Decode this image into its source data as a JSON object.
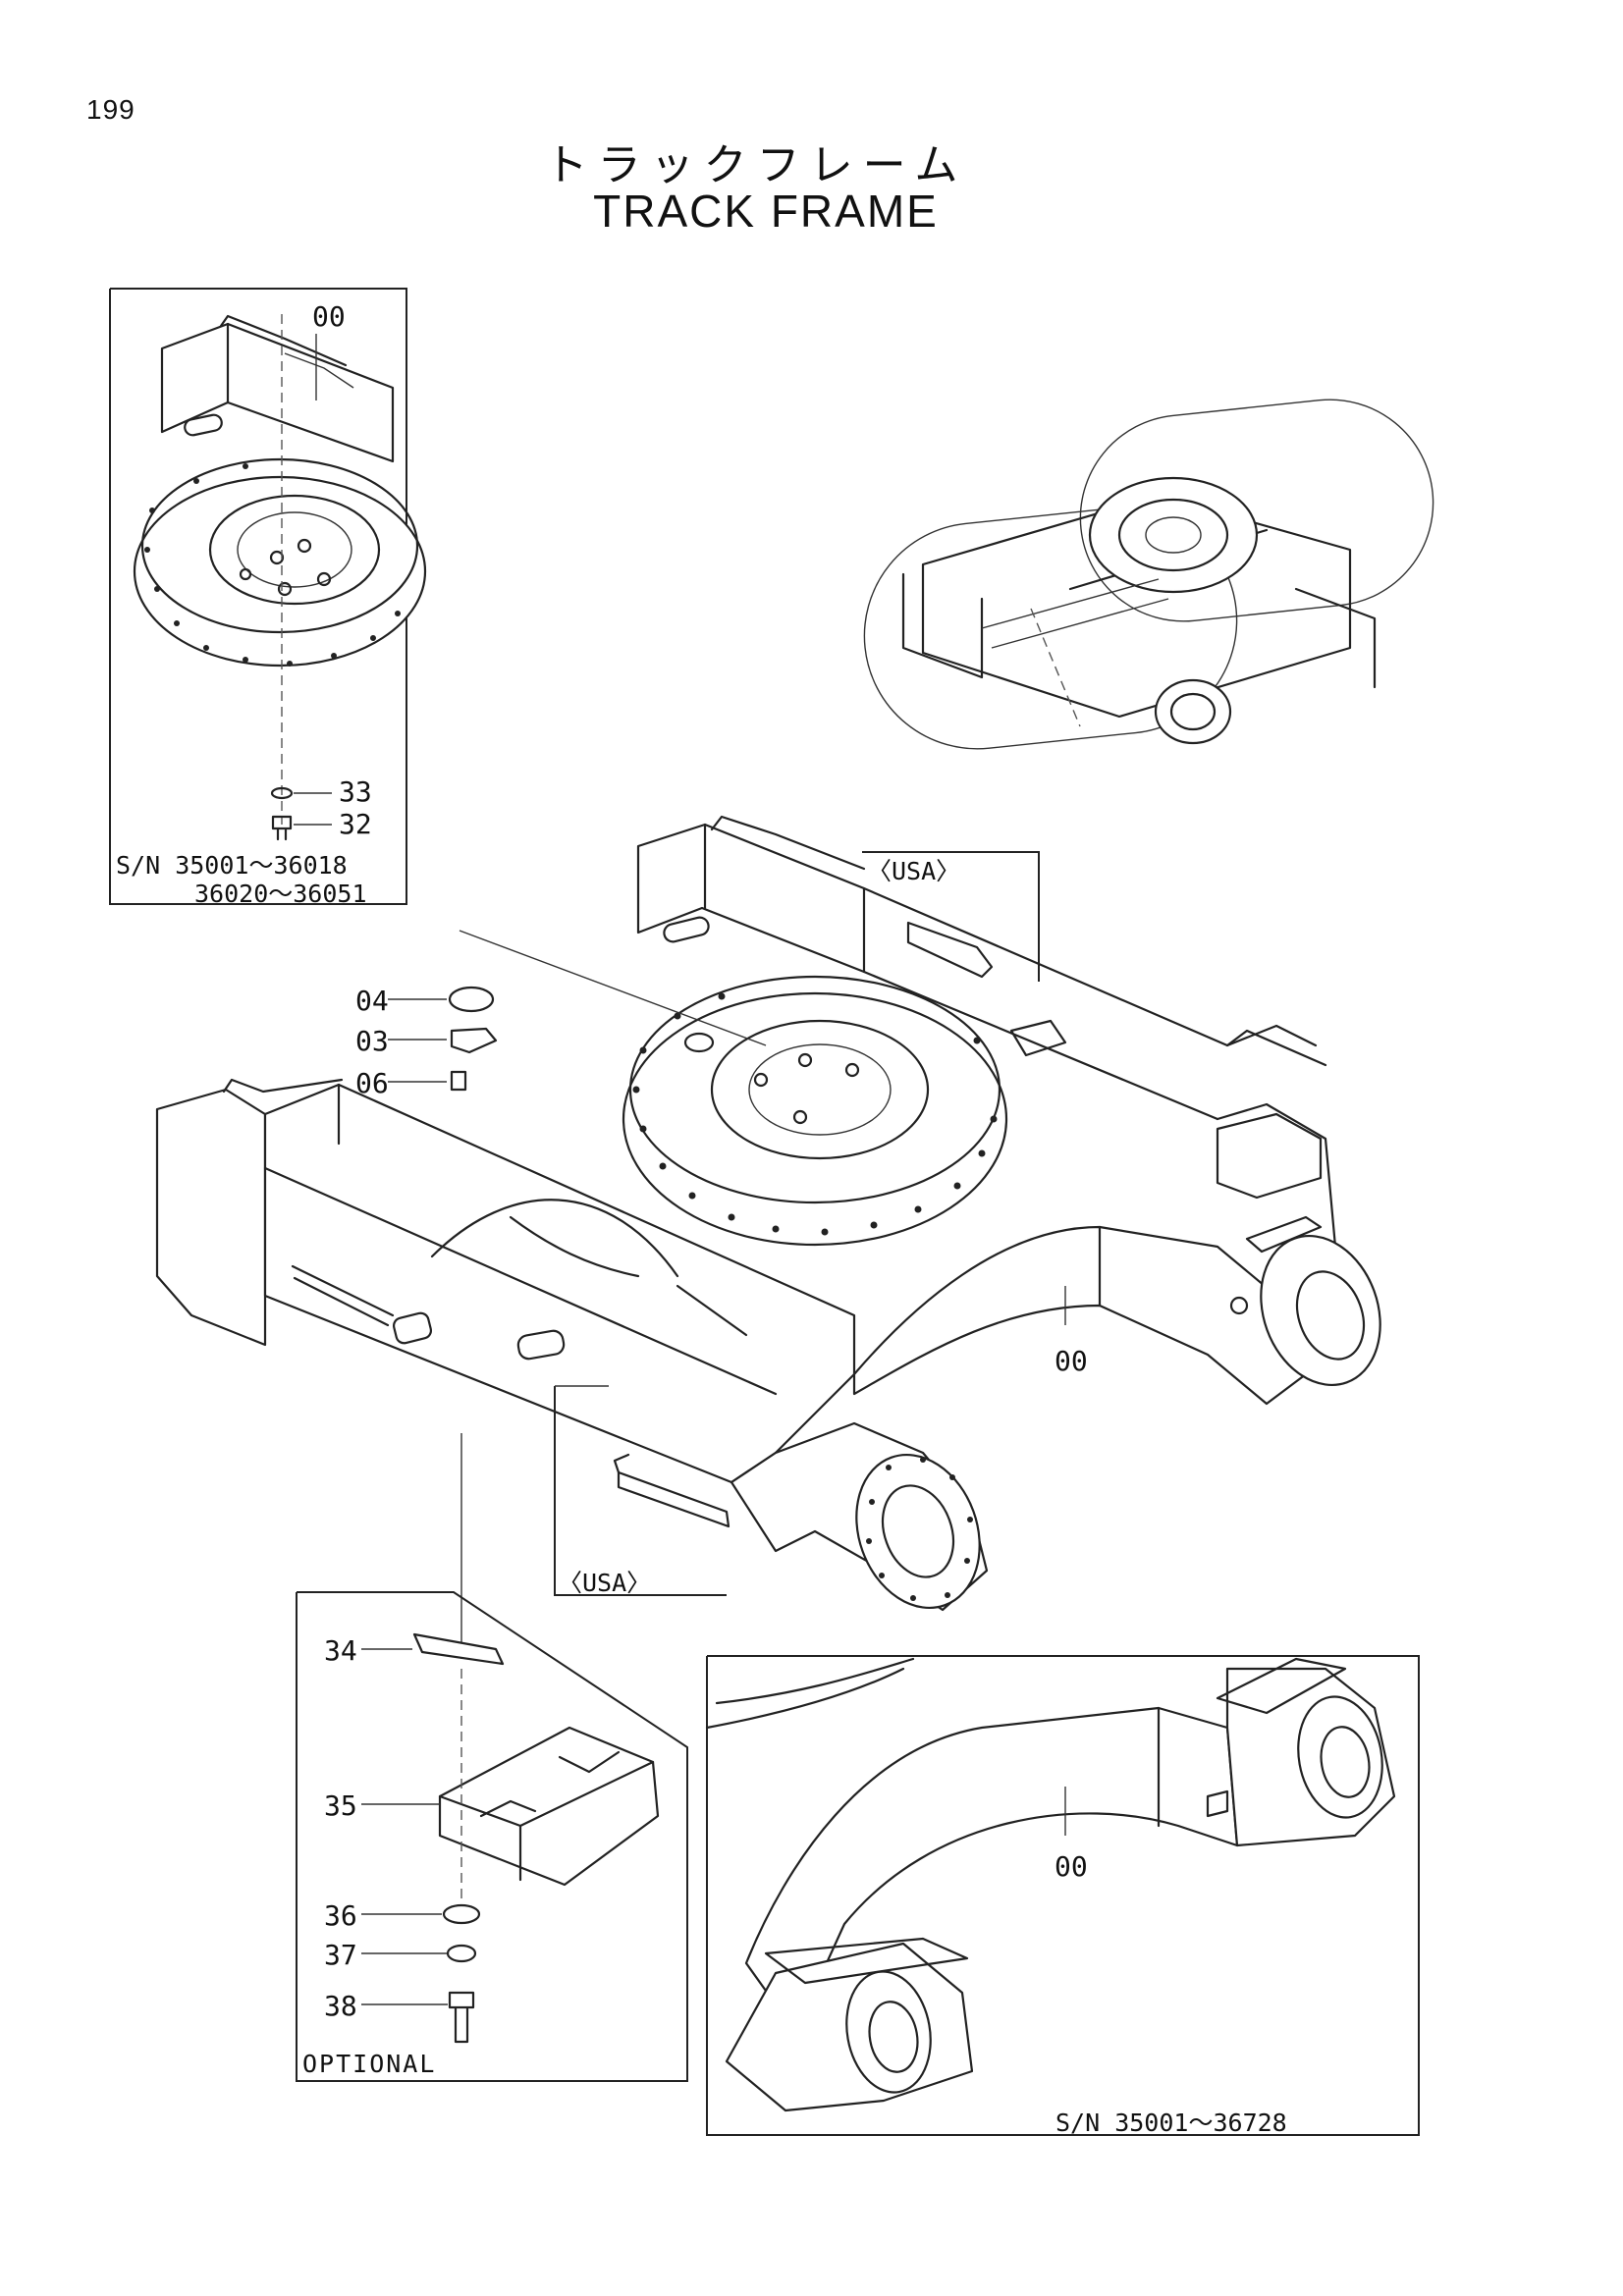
{
  "page_number": "199",
  "title_ja": "トラックフレーム",
  "title_en": "TRACK FRAME",
  "inset_top_left": {
    "part_label": "00",
    "callouts": [
      "33",
      "32"
    ],
    "serial_line1": "S/N  35001～36018",
    "serial_line2": "36020～36051"
  },
  "main_callouts": {
    "c04": "04",
    "c03": "03",
    "c06": "06",
    "c00": "00"
  },
  "usa_tag_top": "〈USA〉",
  "usa_tag_bottom": "〈USA〉",
  "optional_inset": {
    "callouts": {
      "c34": "34",
      "c35": "35",
      "c36": "36",
      "c37": "37",
      "c38": "38"
    },
    "caption": "OPTIONAL"
  },
  "inset_bottom_right": {
    "part_label": "00",
    "serial": "S/N  35001～36728"
  }
}
